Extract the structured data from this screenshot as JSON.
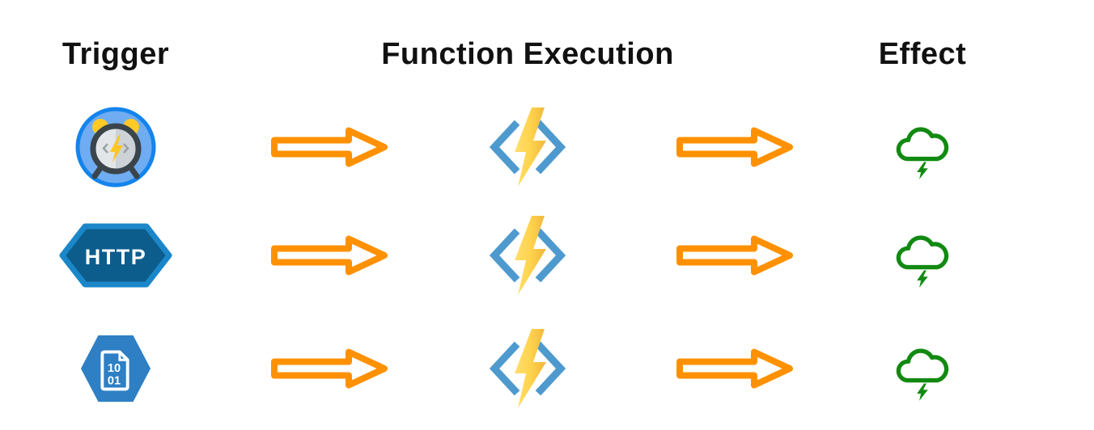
{
  "diagram": {
    "title_row": {
      "trigger": "Trigger",
      "function_execution": "Function Execution",
      "effect": "Effect"
    },
    "http_trigger": {
      "label": "HTTP"
    },
    "binary_trigger": {
      "line1": "10",
      "line2": "01"
    },
    "rows": [
      {
        "trigger_icon": "timer-trigger-icon",
        "function_icon": "azure-functions-icon",
        "effect_icon": "cloud-lightning-icon"
      },
      {
        "trigger_icon": "http-trigger-icon",
        "function_icon": "azure-functions-icon",
        "effect_icon": "cloud-lightning-icon"
      },
      {
        "trigger_icon": "binary-data-trigger-icon",
        "function_icon": "azure-functions-icon",
        "effect_icon": "cloud-lightning-icon"
      }
    ],
    "colors": {
      "arrow_orange": "#FF9100",
      "functions_bracket_blue": "#4E9ACF",
      "functions_bolt_light": "#FFDF70",
      "functions_bolt_dark": "#EFB63C",
      "effect_green": "#128A12",
      "http_fill": "#0C5D8C",
      "http_border": "#1B87C9",
      "binary_hex_blue": "#2E7FC4",
      "timer_circle_fill": "#6FACF1",
      "timer_circle_ring": "#1484EC",
      "timer_bell_yellow": "#FFCA28",
      "heading_text": "#111111"
    }
  }
}
